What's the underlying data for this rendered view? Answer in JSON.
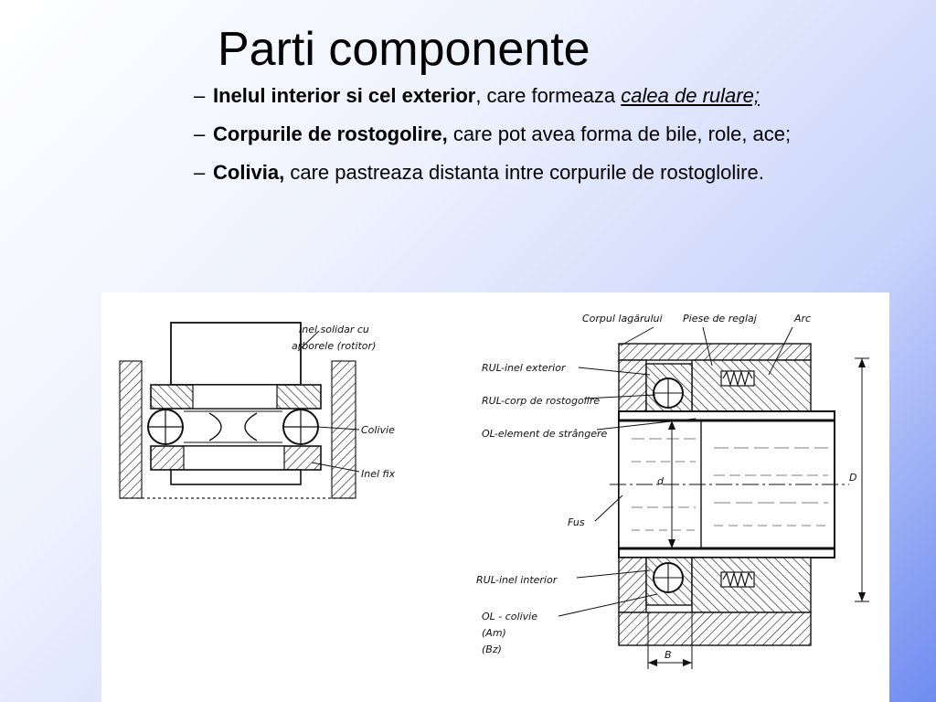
{
  "slide": {
    "title": "Parti componente",
    "bullets": [
      {
        "dash": "–",
        "bold": "Inelul interior si cel exterior",
        "text": ", care formeaza ",
        "emphasis": "calea de rulare;"
      },
      {
        "dash": "–",
        "bold": "Corpurile de rostogolire,",
        "text": " care pot avea forma de bile, role, ace;"
      },
      {
        "dash": "–",
        "bold": "Colivia,",
        "text": " care pastreaza distanta intre corpurile de rostoglolire."
      }
    ]
  },
  "figure": {
    "left_drawing_labels": {
      "rotating_ring_line1": "Inel solidar cu",
      "rotating_ring_line2": "arborele (rotitor)",
      "cage": "Colivie",
      "fixed_ring": "Inel fix"
    },
    "right_drawing_labels": {
      "housing": "Corpul lagărului",
      "adjusting_parts": "Piese de reglaj",
      "spring": "Arc",
      "outer_ring": "RUL-inel exterior",
      "rolling_body": "RUL-corp de rostogolire",
      "clamping_element": "OL-element de strângere",
      "shaft": "Fus",
      "inner_ring": "RUL-inel interior",
      "cage_line1": "OL - colivie",
      "cage_line2": "(Am)",
      "cage_line3": "(Bz)",
      "dim_d": "d",
      "dim_D": "D",
      "dim_B": "B"
    }
  }
}
